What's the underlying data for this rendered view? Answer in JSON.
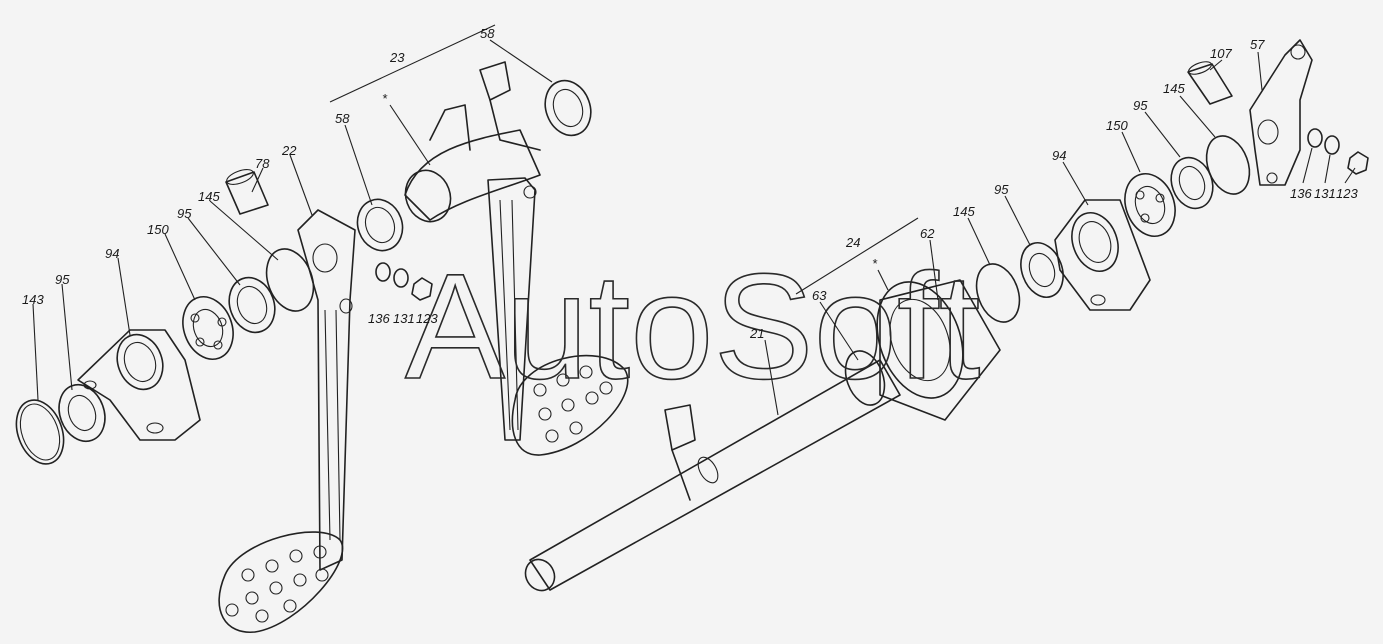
{
  "watermark": "AutoSoft",
  "callouts": [
    {
      "id": "c-143",
      "text": "143"
    },
    {
      "id": "c-95a",
      "text": "95"
    },
    {
      "id": "c-94a",
      "text": "94"
    },
    {
      "id": "c-150a",
      "text": "150"
    },
    {
      "id": "c-95b",
      "text": "95"
    },
    {
      "id": "c-145a",
      "text": "145"
    },
    {
      "id": "c-78",
      "text": "78"
    },
    {
      "id": "c-22",
      "text": "22"
    },
    {
      "id": "c-23",
      "text": "23"
    },
    {
      "id": "c-58a",
      "text": "58"
    },
    {
      "id": "c-58b",
      "text": "58"
    },
    {
      "id": "c-star1",
      "text": "*"
    },
    {
      "id": "c-136a",
      "text": "136"
    },
    {
      "id": "c-131a",
      "text": "131"
    },
    {
      "id": "c-123a",
      "text": "123"
    },
    {
      "id": "c-24",
      "text": "24"
    },
    {
      "id": "c-62",
      "text": "62"
    },
    {
      "id": "c-star2",
      "text": "*"
    },
    {
      "id": "c-63",
      "text": "63"
    },
    {
      "id": "c-21",
      "text": "21"
    },
    {
      "id": "c-145b",
      "text": "145"
    },
    {
      "id": "c-95c",
      "text": "95"
    },
    {
      "id": "c-94b",
      "text": "94"
    },
    {
      "id": "c-150b",
      "text": "150"
    },
    {
      "id": "c-95d",
      "text": "95"
    },
    {
      "id": "c-145c",
      "text": "145"
    },
    {
      "id": "c-107",
      "text": "107"
    },
    {
      "id": "c-57",
      "text": "57"
    },
    {
      "id": "c-136b",
      "text": "136"
    },
    {
      "id": "c-131b",
      "text": "131"
    },
    {
      "id": "c-123b",
      "text": "123"
    }
  ]
}
